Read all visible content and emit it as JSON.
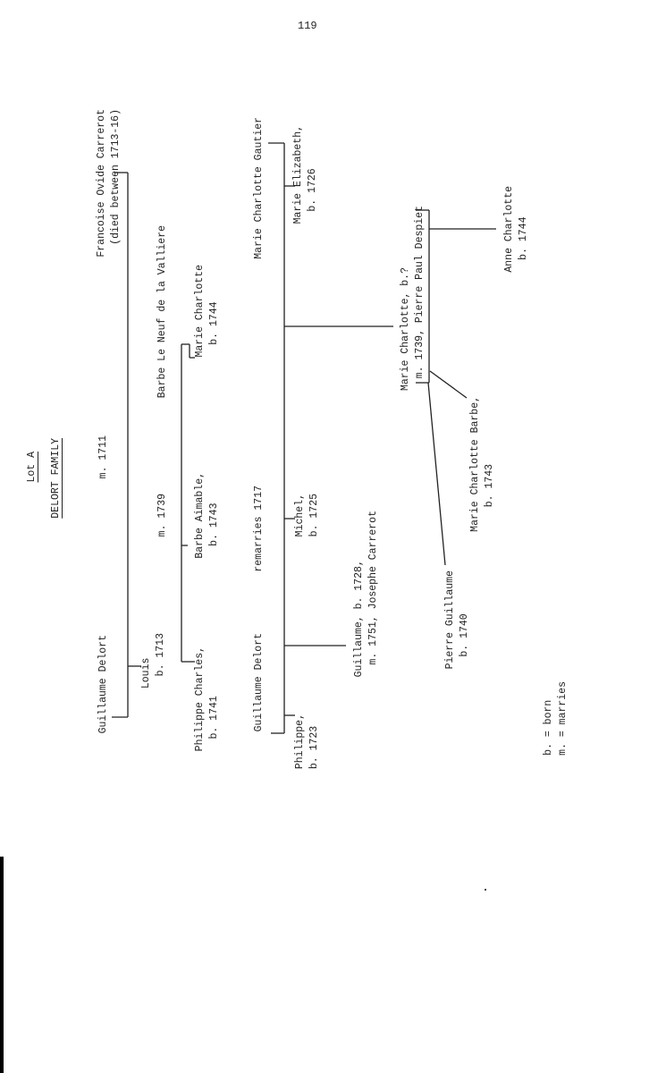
{
  "page_number": "119",
  "heading": {
    "lot": "Lot A",
    "title": "DELORT FAMILY"
  },
  "generation1": {
    "husband": "Guillaume Delort",
    "marriage": "m. 1711",
    "wife_line1": "Francoise Ovide Carrerot",
    "wife_line2": "  (died between 1713-16)"
  },
  "louis_branch": {
    "child_line1": "Louis",
    "child_line2": "  b. 1713",
    "marriage": "m. 1739",
    "spouse": "Barbe Le Neuf de la Valliere",
    "children": [
      {
        "line1": "Philippe Charles,",
        "line2": "  b. 1741"
      },
      {
        "line1": "Barbe Aimable,",
        "line2": "  b. 1743"
      },
      {
        "line1": "Marie Charlotte",
        "line2": "  b. 1744"
      }
    ]
  },
  "second_marriage": {
    "husband": "Guillaume Delort",
    "marriage": "remarries 1717",
    "wife": "Marie Charlotte Gautier",
    "children": [
      {
        "line1": "Philippe,",
        "line2": "b. 1723"
      },
      {
        "line1": "Michel,",
        "line2": "b. 1725"
      },
      {
        "line1": "Marie Elizabeth,",
        "line2": "  b. 1726"
      },
      {
        "line1": "Guillaume, b. 1728,",
        "line2": "  m. 1751, Josephe Carrerot"
      }
    ]
  },
  "marie_charlotte_branch": {
    "line1": "Marie Charlotte, b.?",
    "line2": "  m. 1739, Pierre Paul Despiet",
    "children": [
      {
        "line1": "Anne Charlotte",
        "line2": "  b. 1744"
      },
      {
        "line1": "Pierre Guillaume",
        "line2": "  b. 1740"
      },
      {
        "line1": "Marie Charlotte Barbe,",
        "line2": "    b. 1743"
      }
    ]
  },
  "legend": {
    "line1": "b. = born",
    "line2": "m. = marries"
  }
}
